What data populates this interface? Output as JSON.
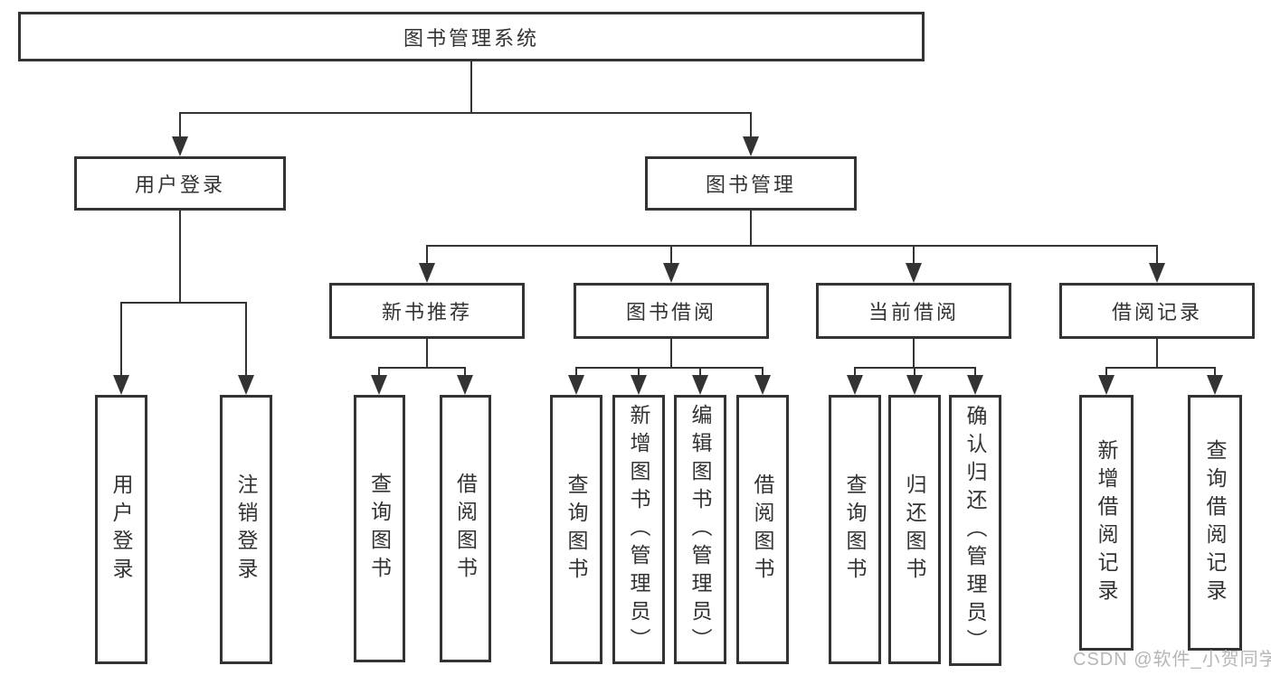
{
  "tree": {
    "root": {
      "label": "图书管理系统"
    },
    "children": [
      {
        "label": "用户登录",
        "children": [
          {
            "label": "用户登录"
          },
          {
            "label": "注销登录"
          }
        ]
      },
      {
        "label": "图书管理",
        "children": [
          {
            "label": "新书推荐",
            "children": [
              {
                "label": "查询图书"
              },
              {
                "label": "借阅图书"
              }
            ]
          },
          {
            "label": "图书借阅",
            "children": [
              {
                "label": "查询图书"
              },
              {
                "label": "新增图书（管理员）"
              },
              {
                "label": "编辑图书（管理员）"
              },
              {
                "label": "借阅图书"
              }
            ]
          },
          {
            "label": "当前借阅",
            "children": [
              {
                "label": "查询图书"
              },
              {
                "label": "归还图书"
              },
              {
                "label": "确认归还（管理员）"
              }
            ]
          },
          {
            "label": "借阅记录",
            "children": [
              {
                "label": "新增借阅记录"
              },
              {
                "label": "查询借阅记录"
              }
            ]
          }
        ]
      }
    ]
  },
  "watermark": {
    "text": "CSDN @软件_小贺同学"
  },
  "colors": {
    "line": "#333333",
    "box_border": "#333333",
    "box_fill": "#ffffff",
    "text": "#333333",
    "watermark": "#b6b6b6"
  }
}
